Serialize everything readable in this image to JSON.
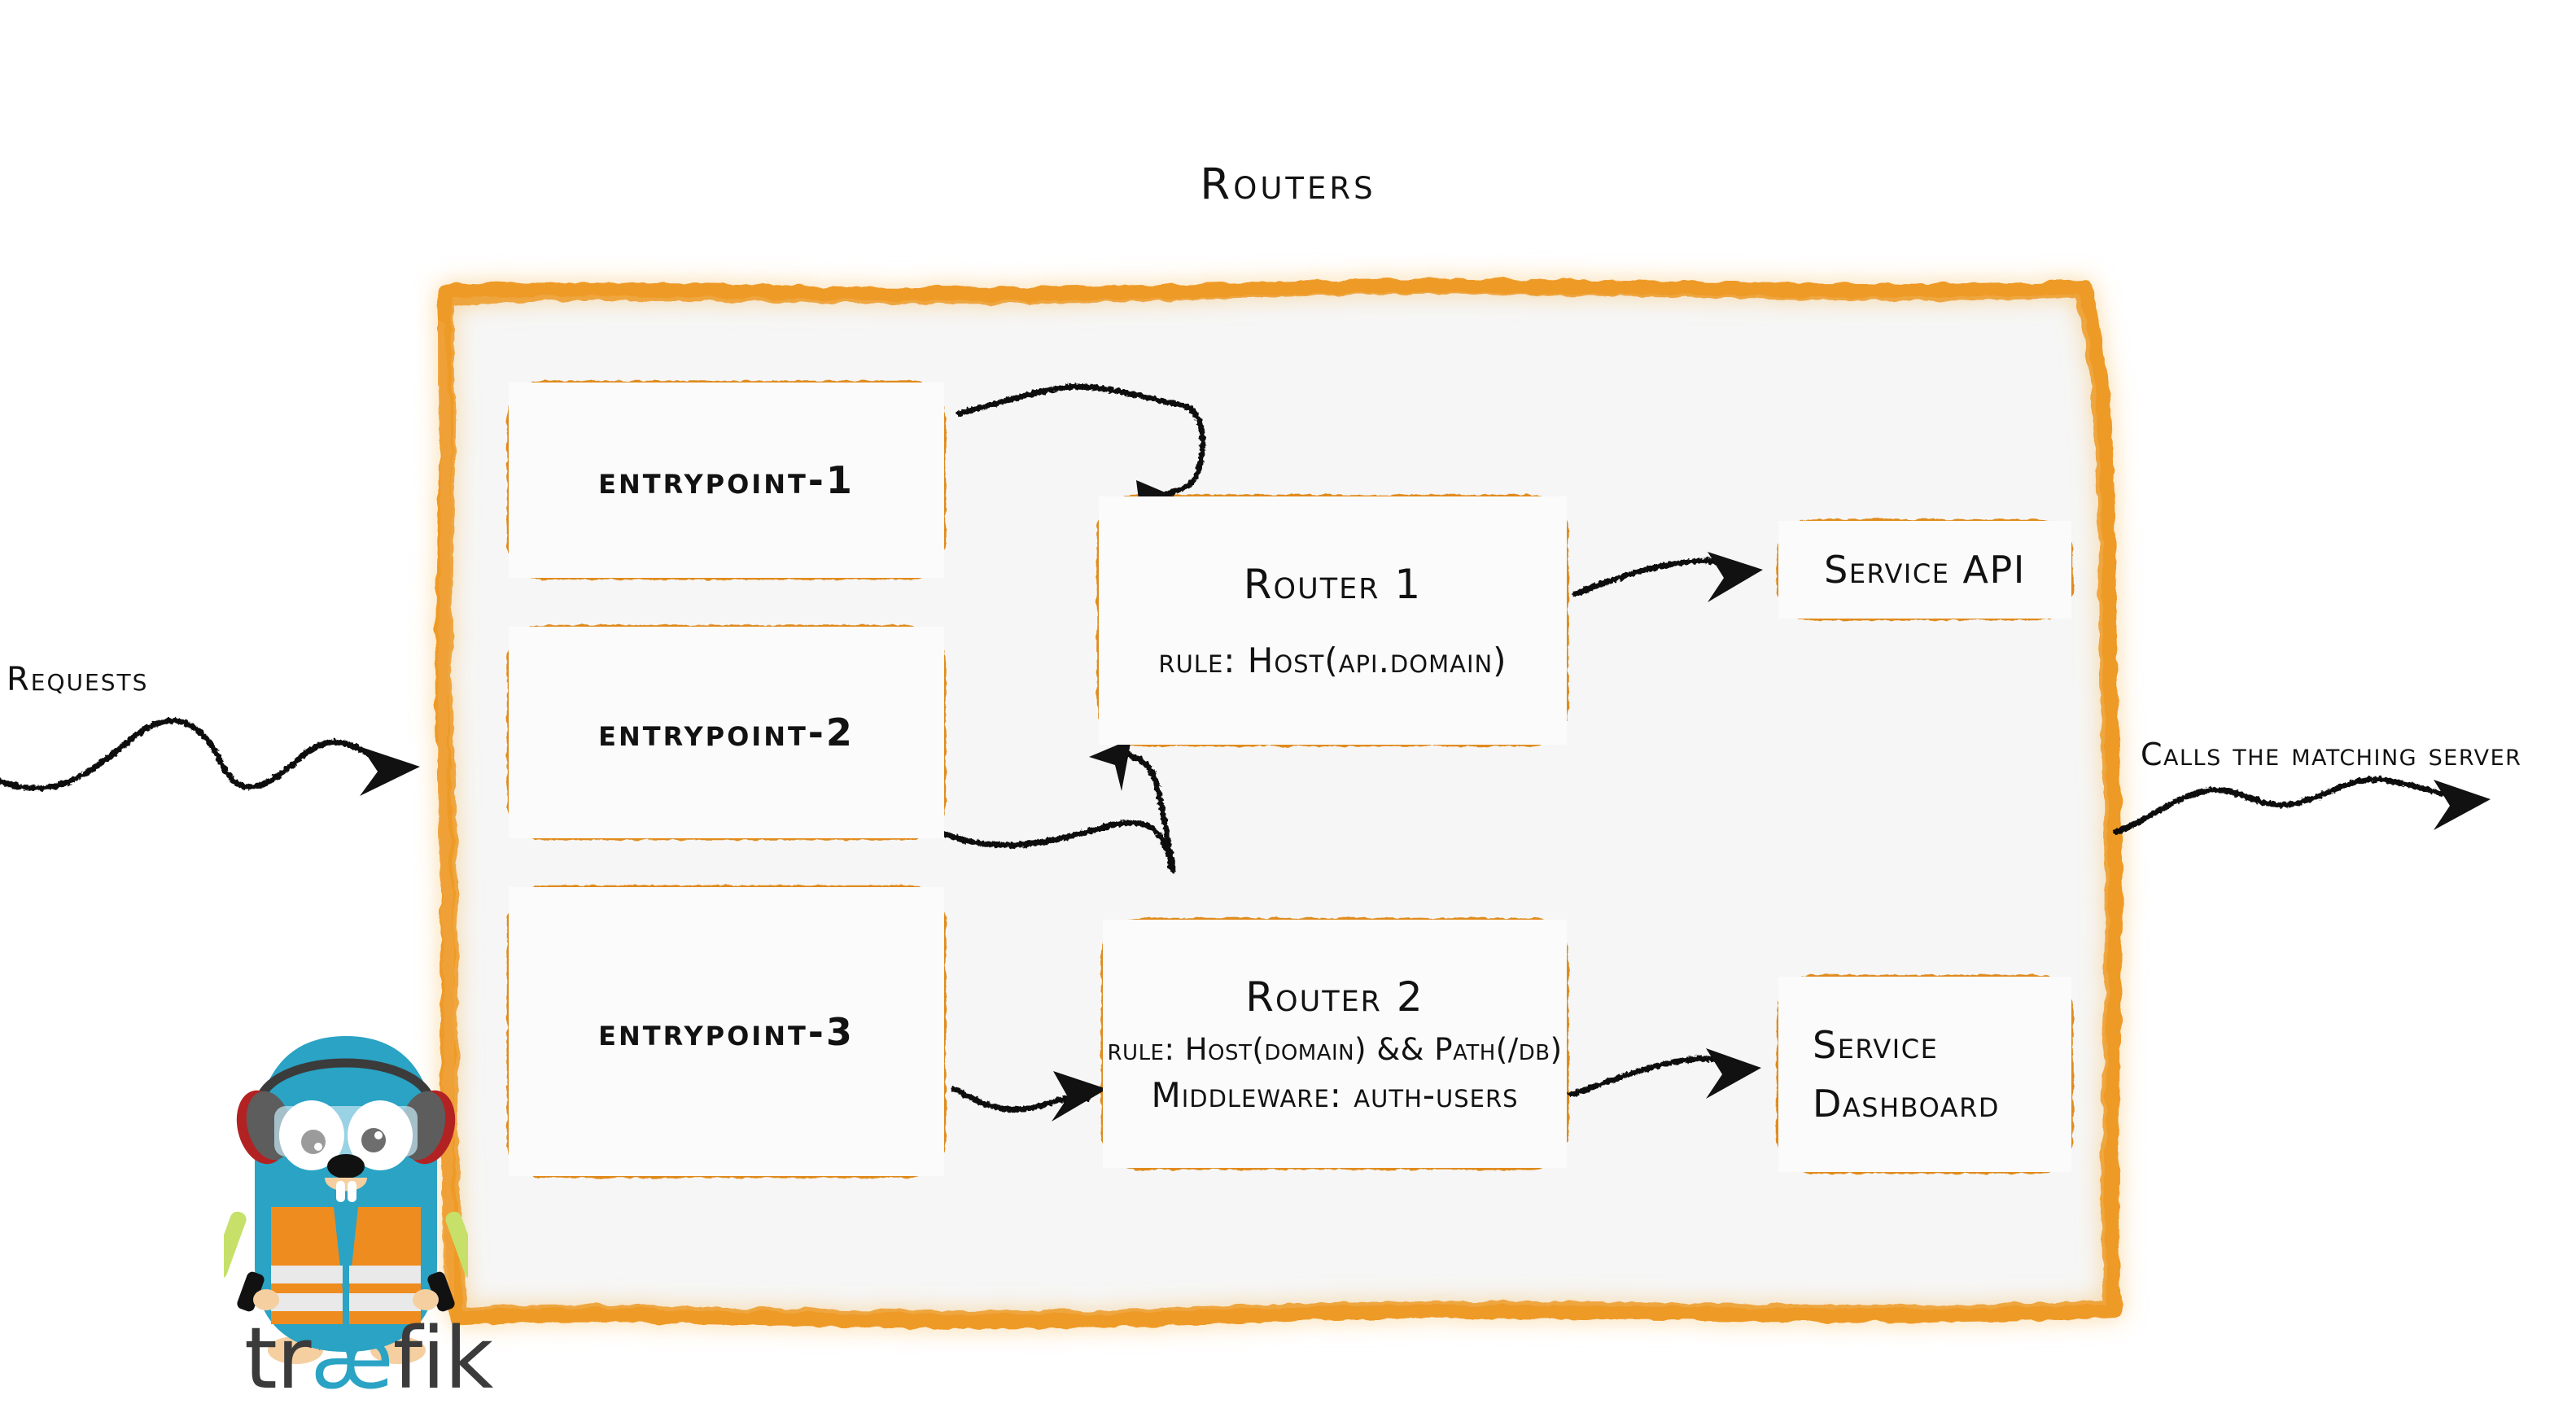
{
  "diagram": {
    "title": "Routers",
    "type": "traefik-routing-architecture",
    "colors": {
      "accent_orange": "#ee9a28",
      "container_fill": "#f6f6f6",
      "box_fill": "#fbfbfb",
      "ink": "#121212",
      "logo_blue": "#2aa3c4",
      "logo_dark": "#3b3b3b",
      "vest_orange": "#ef8c20",
      "wand_green": "#c6e06a",
      "headphone_grey": "#5d5d5d",
      "headphone_red": "#b22222"
    }
  },
  "flow": {
    "input_label": "Requests",
    "output_label": "Calls the matching server"
  },
  "entrypoints": [
    {
      "id": "entrypoint-1",
      "label": "entrypoint-1"
    },
    {
      "id": "entrypoint-2",
      "label": "entrypoint-2"
    },
    {
      "id": "entrypoint-3",
      "label": "entrypoint-3"
    }
  ],
  "routers": [
    {
      "id": "router-1",
      "title": "Router 1",
      "rule": "rule: Host(api.domain)",
      "middleware": null
    },
    {
      "id": "router-2",
      "title": "Router 2",
      "rule": "rule: Host(domain) && Path(/db)",
      "middleware": "Middleware: auth-users"
    }
  ],
  "services": [
    {
      "id": "service-api",
      "line1": "Service API",
      "line2": ""
    },
    {
      "id": "service-dashboard",
      "line1": "Service",
      "line2": "Dashboard"
    }
  ],
  "connections": [
    {
      "from": "entrypoint-1",
      "to": "router-1",
      "style": "hand-drawn-arrow"
    },
    {
      "from": "entrypoint-2",
      "to": "router-1",
      "style": "hand-drawn-arrow"
    },
    {
      "from": "entrypoint-3",
      "to": "router-2",
      "style": "hand-drawn-arrow"
    },
    {
      "from": "router-1",
      "to": "service-api",
      "style": "hand-drawn-arrow"
    },
    {
      "from": "router-2",
      "to": "service-dashboard",
      "style": "hand-drawn-arrow"
    },
    {
      "from": "requests",
      "to": "routers-container",
      "style": "hand-drawn-arrow"
    },
    {
      "from": "routers-container",
      "to": "matching-server",
      "style": "hand-drawn-arrow"
    }
  ],
  "logo": {
    "wordmark_before": "tr",
    "wordmark_ligature": "æ",
    "wordmark_after": "fik",
    "mascot": "traefik-gopher-marshaller"
  }
}
